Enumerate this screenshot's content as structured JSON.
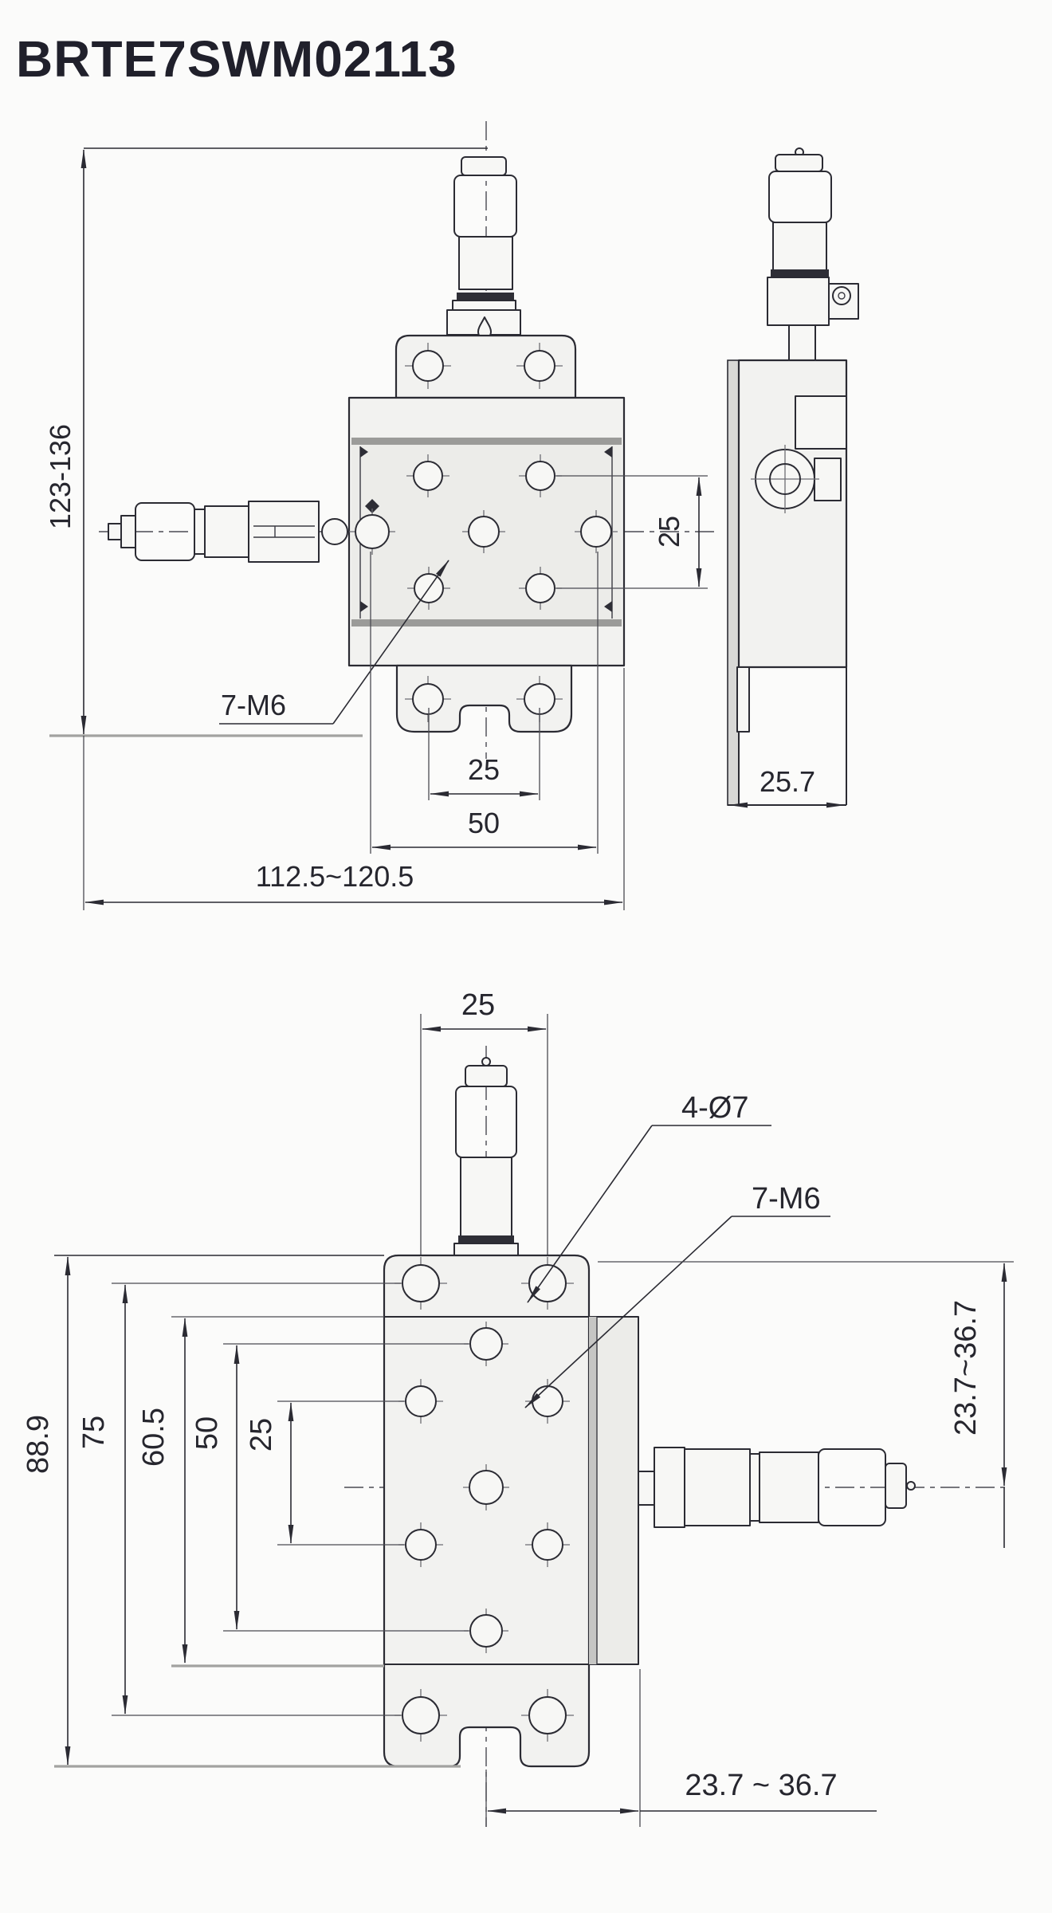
{
  "title": "BRTE7SWM02113",
  "colors": {
    "line": "#2b2b33",
    "body_fill": "#f2f2f0",
    "face_fill": "#ecece9",
    "rail_gray": "#9b9b99",
    "background": "#fbfbfa"
  },
  "front_view": {
    "dims": {
      "height_range": "123-136",
      "right_hole_pitch": "25",
      "thread_callout": "7-M6",
      "tab_hole_pitch": "25",
      "hole_span": "50",
      "width_range": "112.5~120.5"
    }
  },
  "side_view": {
    "dims": {
      "depth": "25.7"
    }
  },
  "plan_view": {
    "dims": {
      "top_hole_pitch": "25",
      "counterbore_callout": "4-Ø7",
      "thread_callout": "7-M6",
      "overall_height": "88.9",
      "tab_hole_pitch": "75",
      "body_height": "60.5",
      "center_hole_span": "50",
      "side_hole_pitch": "25",
      "travel_range_side": "23.7~36.7",
      "travel_range_bottom": "23.7 ~ 36.7"
    }
  }
}
